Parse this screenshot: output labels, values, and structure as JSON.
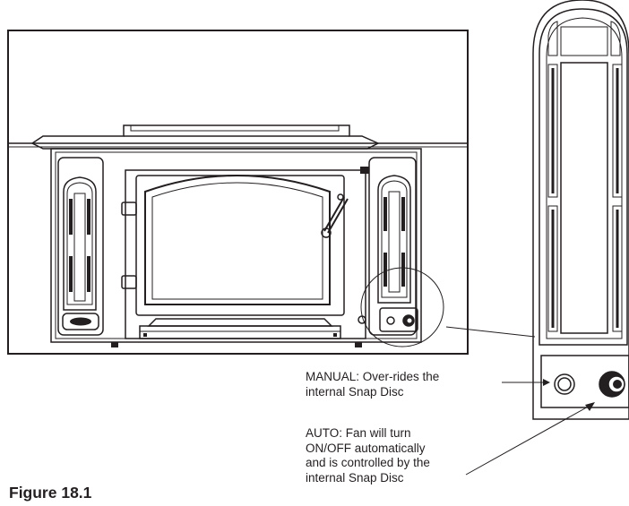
{
  "figure_caption": "Figure 18.1",
  "callouts": {
    "manual": {
      "lines": [
        "MANUAL: Over-rides the",
        "internal Snap Disc"
      ]
    },
    "auto": {
      "lines": [
        "AUTO:  Fan will turn",
        "ON/OFF automatically",
        "and is controlled by the",
        "internal Snap Disc"
      ]
    }
  },
  "colors": {
    "line": "#231f20",
    "background": "#ffffff"
  }
}
